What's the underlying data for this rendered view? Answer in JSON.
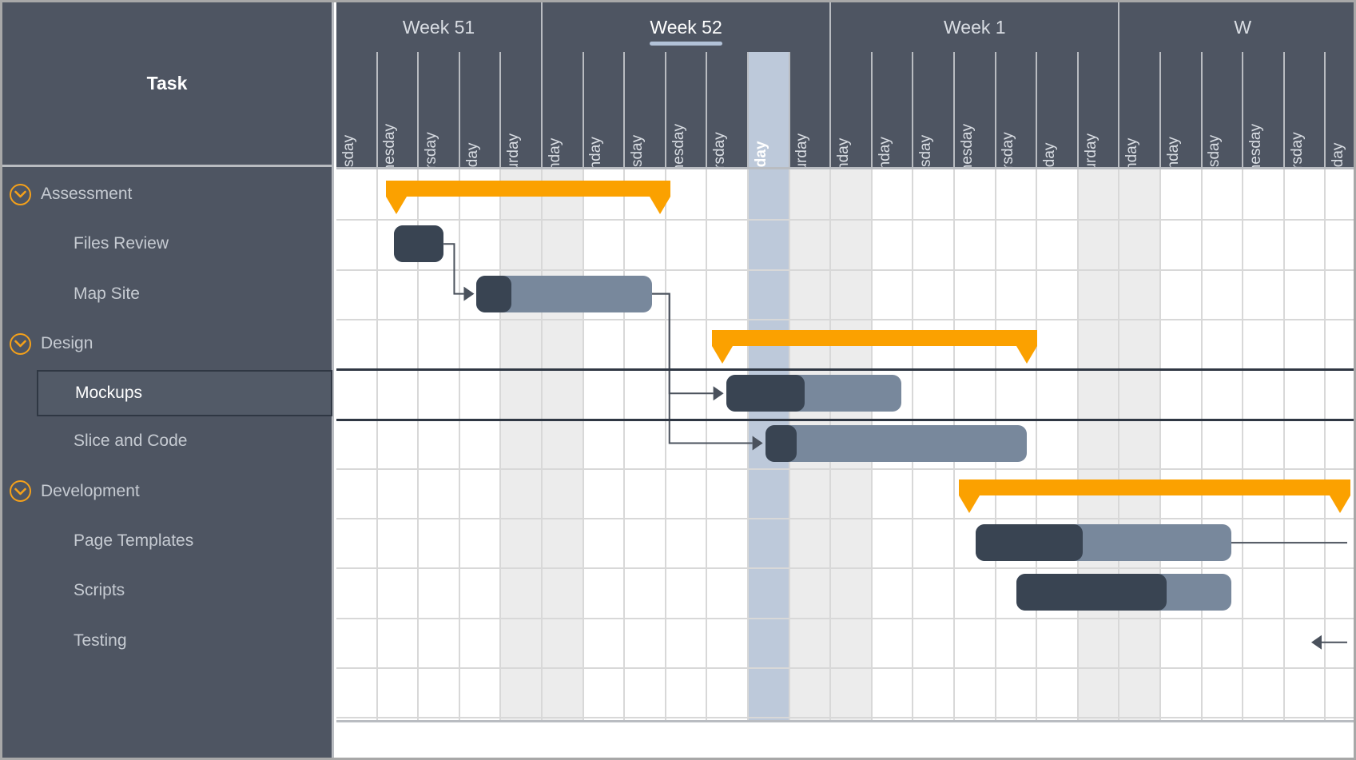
{
  "window": {
    "border_color": "#a8a8a8"
  },
  "task_panel": {
    "header_label": "Task",
    "background": "#4e5562",
    "accent_color": "#f5a11a",
    "rows": [
      {
        "label": "Assessment",
        "level": "parent",
        "expanded": true,
        "selected": false,
        "toggle_icon": "chevron-down-circle-icon"
      },
      {
        "label": "Files Review",
        "level": "child",
        "expanded": false,
        "selected": false,
        "toggle_icon": ""
      },
      {
        "label": "Map Site",
        "level": "child",
        "expanded": false,
        "selected": false,
        "toggle_icon": ""
      },
      {
        "label": "Design",
        "level": "parent",
        "expanded": true,
        "selected": false,
        "toggle_icon": "chevron-down-circle-icon"
      },
      {
        "label": "Mockups",
        "level": "child",
        "expanded": false,
        "selected": true,
        "toggle_icon": ""
      },
      {
        "label": "Slice and Code",
        "level": "child",
        "expanded": false,
        "selected": false,
        "toggle_icon": ""
      },
      {
        "label": "Development",
        "level": "parent",
        "expanded": true,
        "selected": false,
        "toggle_icon": "chevron-down-circle-icon"
      },
      {
        "label": "Page Templates",
        "level": "child",
        "expanded": false,
        "selected": false,
        "toggle_icon": ""
      },
      {
        "label": "Scripts",
        "level": "child",
        "expanded": false,
        "selected": false,
        "toggle_icon": ""
      },
      {
        "label": "Testing",
        "level": "child",
        "expanded": false,
        "selected": false,
        "toggle_icon": ""
      }
    ]
  },
  "timeline": {
    "header_background": "#4e5562",
    "today_column_color": "#bdc9da",
    "weekend_color": "#ececec",
    "gridline_color": "#d8d8d8",
    "weeks": [
      {
        "label": "Week 51",
        "days": 5,
        "current": false
      },
      {
        "label": "Week 52",
        "days": 7,
        "current": true
      },
      {
        "label": "Week 1",
        "days": 7,
        "current": false
      },
      {
        "label": "W",
        "days": 6,
        "current": false
      }
    ],
    "days": [
      {
        "name": "Tuesday",
        "weekend": false,
        "today": false
      },
      {
        "name": "Wednesday",
        "weekend": false,
        "today": false
      },
      {
        "name": "Thursday",
        "weekend": false,
        "today": false
      },
      {
        "name": "Friday",
        "weekend": false,
        "today": false
      },
      {
        "name": "Saturday",
        "weekend": true,
        "today": false
      },
      {
        "name": "Sunday",
        "weekend": true,
        "today": false
      },
      {
        "name": "Monday",
        "weekend": false,
        "today": false
      },
      {
        "name": "Tuesday",
        "weekend": false,
        "today": false
      },
      {
        "name": "Wednesday",
        "weekend": false,
        "today": false
      },
      {
        "name": "Thursday",
        "weekend": false,
        "today": false
      },
      {
        "name": "Friday",
        "weekend": false,
        "today": true
      },
      {
        "name": "Saturday",
        "weekend": true,
        "today": false
      },
      {
        "name": "Sunday",
        "weekend": true,
        "today": false
      },
      {
        "name": "Monday",
        "weekend": false,
        "today": false
      },
      {
        "name": "Tuesday",
        "weekend": false,
        "today": false
      },
      {
        "name": "Wednesday",
        "weekend": false,
        "today": false
      },
      {
        "name": "Thursday",
        "weekend": false,
        "today": false
      },
      {
        "name": "Friday",
        "weekend": false,
        "today": false
      },
      {
        "name": "Saturday",
        "weekend": true,
        "today": false
      },
      {
        "name": "Sunday",
        "weekend": true,
        "today": false
      },
      {
        "name": "Monday",
        "weekend": false,
        "today": false
      },
      {
        "name": "Tuesday",
        "weekend": false,
        "today": false
      },
      {
        "name": "Wednesday",
        "weekend": false,
        "today": false
      },
      {
        "name": "Thursday",
        "weekend": false,
        "today": false
      },
      {
        "name": "Friday",
        "weekend": false,
        "today": false
      }
    ]
  },
  "chart_data": {
    "type": "gantt",
    "summary_color": "#fba100",
    "progress_color": "#394452",
    "remainder_color": "#78889c",
    "bars": [
      {
        "task": "Assessment",
        "row": 0,
        "kind": "summary",
        "start_day": 1.2,
        "end_day": 8.1,
        "progress": null
      },
      {
        "task": "Files Review",
        "row": 1,
        "kind": "task",
        "start_day": 1.4,
        "end_day": 2.6,
        "progress": 1.0
      },
      {
        "task": "Map Site",
        "row": 2,
        "kind": "task",
        "start_day": 3.4,
        "end_day": 7.65,
        "progress": 0.2
      },
      {
        "task": "Design",
        "row": 3,
        "kind": "summary",
        "start_day": 9.1,
        "end_day": 17.0,
        "progress": null
      },
      {
        "task": "Mockups",
        "row": 4,
        "kind": "task",
        "start_day": 9.45,
        "end_day": 13.7,
        "progress": 0.45
      },
      {
        "task": "Slice and Code",
        "row": 5,
        "kind": "task",
        "start_day": 10.4,
        "end_day": 16.75,
        "progress": 0.12
      },
      {
        "task": "Development",
        "row": 6,
        "kind": "summary",
        "start_day": 15.1,
        "end_day": 24.6,
        "progress": null
      },
      {
        "task": "Page Templates",
        "row": 7,
        "kind": "task",
        "start_day": 15.5,
        "end_day": 21.7,
        "progress": 0.42
      },
      {
        "task": "Scripts",
        "row": 8,
        "kind": "task",
        "start_day": 16.5,
        "end_day": 21.7,
        "progress": 0.7
      }
    ],
    "links": [
      {
        "from": "Files Review",
        "to": "Map Site",
        "type": "finish-to-start"
      },
      {
        "from": "Map Site",
        "to": "Mockups",
        "type": "finish-to-start"
      },
      {
        "from": "Map Site",
        "to": "Slice and Code",
        "type": "finish-to-start"
      },
      {
        "from": "Page Templates",
        "to": "Testing",
        "type": "finish-to-start"
      }
    ]
  }
}
